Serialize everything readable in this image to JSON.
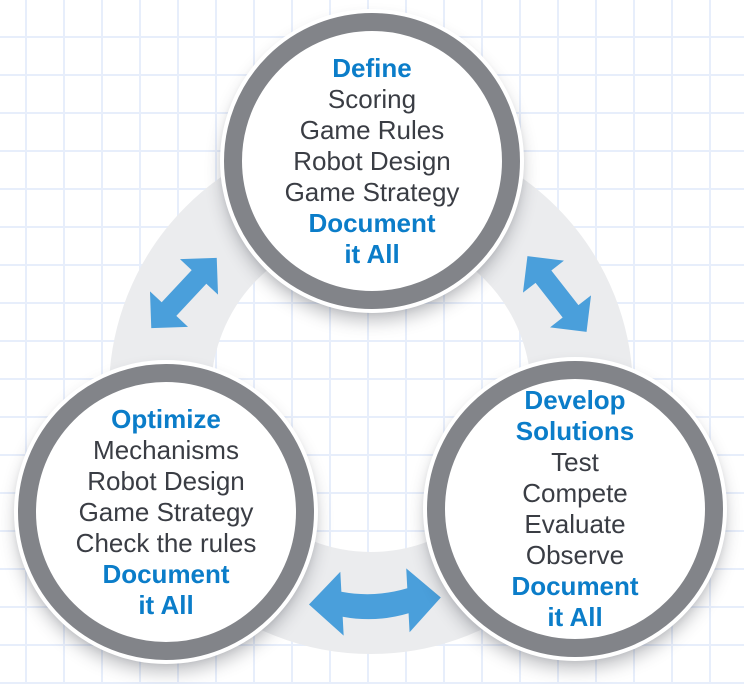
{
  "diagram_name": "engineering-design-cycle",
  "colors": {
    "heading_blue": "#0b7dc9",
    "text_dark": "#3a3d44",
    "ring_gray": "#828489",
    "band_gray": "#ebecee",
    "arrow_blue": "#4a9fdb",
    "grid_line": "#e7eefb",
    "bg": "#ffffff"
  },
  "nodes": [
    {
      "id": "define",
      "heading_lines": [
        "Define"
      ],
      "items": [
        "Scoring",
        "Game Rules",
        "Robot Design",
        "Game Strategy"
      ],
      "footer_lines": [
        "Document",
        "it All"
      ]
    },
    {
      "id": "optimize",
      "heading_lines": [
        "Optimize"
      ],
      "items": [
        "Mechanisms",
        "Robot Design",
        "Game Strategy",
        "Check the rules"
      ],
      "footer_lines": [
        "Document",
        "it All"
      ]
    },
    {
      "id": "develop-solutions",
      "heading_lines": [
        "Develop",
        "Solutions"
      ],
      "items": [
        "Test",
        "Compete",
        "Evaluate",
        "Observe"
      ],
      "footer_lines": [
        "Document",
        "it All"
      ]
    }
  ],
  "arrows": [
    {
      "id": "define-optimize",
      "direction": "diagonal-ne-sw"
    },
    {
      "id": "define-develop",
      "direction": "diagonal-nw-se"
    },
    {
      "id": "optimize-develop",
      "direction": "horizontal"
    }
  ]
}
